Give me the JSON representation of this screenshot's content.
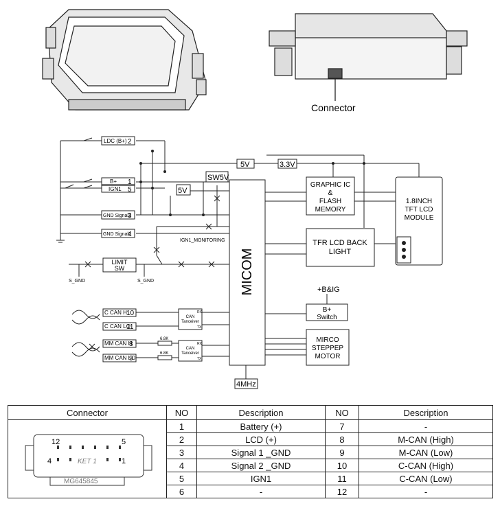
{
  "photo": {
    "connector_label": "Connector"
  },
  "schematic": {
    "pins": [
      {
        "no": "2",
        "label": "LDC (B+)"
      },
      {
        "no": "1",
        "label": "B+"
      },
      {
        "no": "5",
        "label": "IGN1"
      },
      {
        "no": "3",
        "label": "GND Signal1"
      },
      {
        "no": "4",
        "label": "GND Signal2"
      },
      {
        "no": "10",
        "label": "C CAN H"
      },
      {
        "no": "11",
        "label": "C CAN LO"
      },
      {
        "no": "8",
        "label": "MM CAN H"
      },
      {
        "no": "9",
        "label": "MM CAN LO"
      }
    ],
    "micom": "MICOM",
    "five_v_top": "5V",
    "three_v": "3.3V",
    "five_v_left": "5V",
    "sw5v": "SW5V",
    "graphic_ic": [
      "GRAPHIC IC",
      "&",
      "FLASH",
      "MEMORY"
    ],
    "tft_module": [
      "1.8INCH",
      "TFT LCD",
      "MODULE"
    ],
    "backlight": [
      "TFR LCD BACK",
      "LIGHT"
    ],
    "limit_sw": [
      "LIMIT",
      "SW"
    ],
    "s_gnd_1": "S_GND",
    "s_gnd_2": "S_GND",
    "ign1_monitoring": "IGN1_MONITORING",
    "can_transceiver": [
      "CAN",
      "Tanceiver"
    ],
    "rx": "RX",
    "tx": "TX",
    "r_68k": "6.8K",
    "bandig": "+B&IG",
    "bplus_switch": [
      "B+",
      "Switch"
    ],
    "stepper": [
      "MIRCO",
      "STEPPEP",
      "MOTOR"
    ],
    "crystal": "4MHz"
  },
  "table": {
    "headers": [
      "Connector",
      "NO",
      "Description",
      "NO",
      "Description"
    ],
    "rows": [
      {
        "no1": "1",
        "desc1": "Battery (+)",
        "no2": "7",
        "desc2": "-"
      },
      {
        "no1": "2",
        "desc1": "LCD (+)",
        "no2": "8",
        "desc2": "M-CAN (High)"
      },
      {
        "no1": "3",
        "desc1": "Signal 1 _GND",
        "no2": "9",
        "desc2": "M-CAN (Low)"
      },
      {
        "no1": "4",
        "desc1": "Signal 2 _GND",
        "no2": "10",
        "desc2": "C-CAN (High)"
      },
      {
        "no1": "5",
        "desc1": "IGN1",
        "no2": "11",
        "desc2": "C-CAN (Low)"
      },
      {
        "no1": "6",
        "desc1": "-",
        "no2": "12",
        "desc2": "-"
      }
    ],
    "connector_drawing": {
      "pin_12": "12",
      "pin_5": "5",
      "pin_4": "4",
      "pin_1": "1",
      "key": "KET 1",
      "part_no": "MG645845"
    }
  }
}
